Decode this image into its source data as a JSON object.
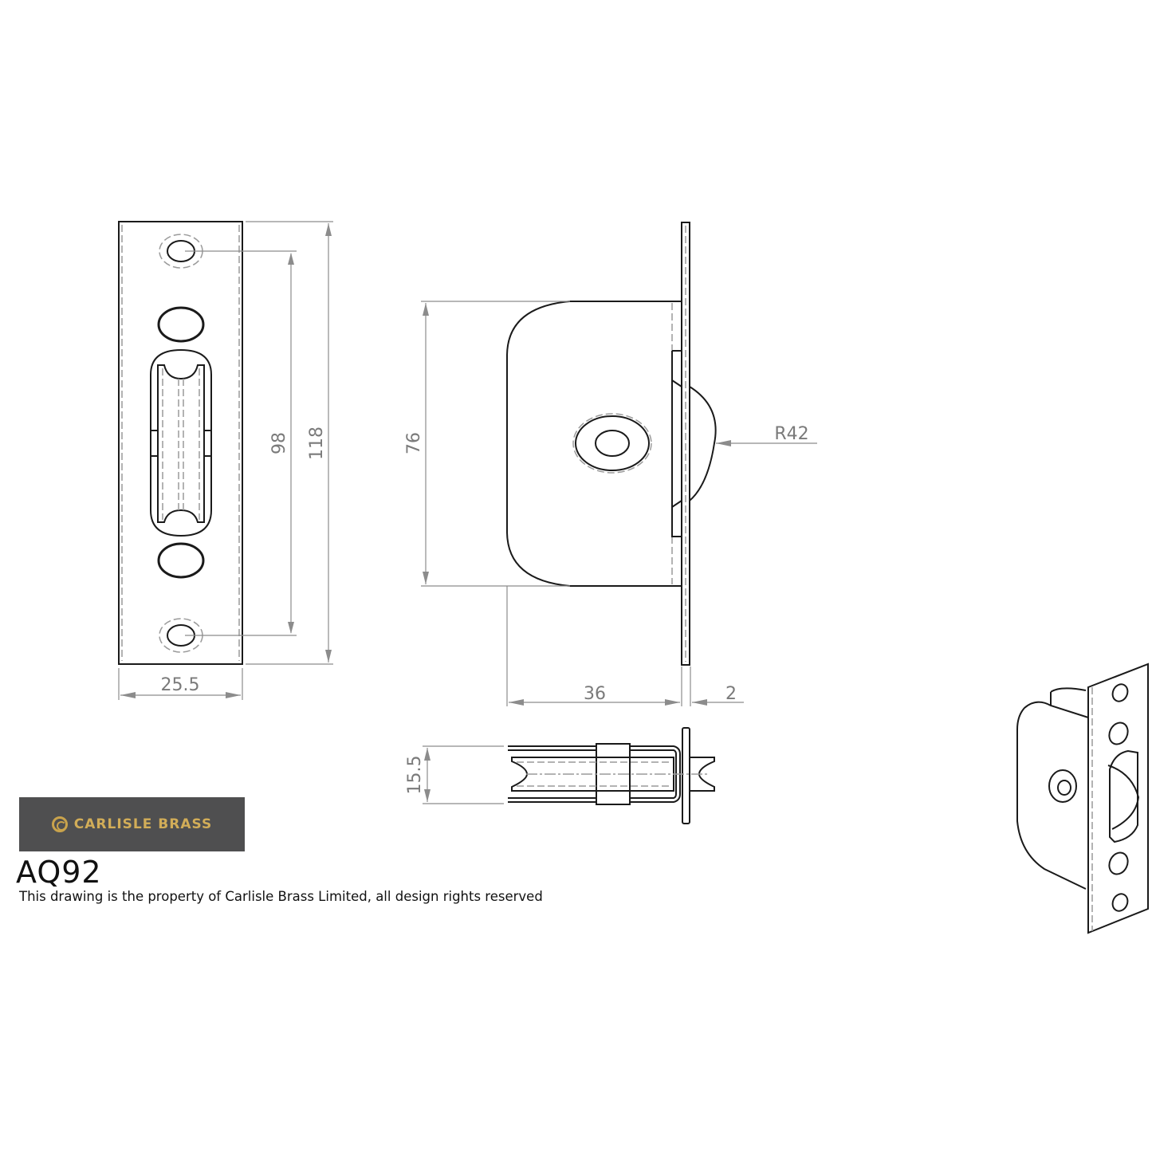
{
  "brand": {
    "logo_text": "CARLISLE BRASS",
    "logo_bg_color": "#4f4f50",
    "logo_text_color": "#d2ad58",
    "logo_icon": "carlisle-c-mark-icon"
  },
  "product": {
    "code": "AQ92",
    "notice": "This drawing is the property of Carlisle Brass Limited, all design rights reserved"
  },
  "views": {
    "front": {
      "name": "front-view",
      "dimensions": {
        "width": "25.5",
        "hole_centres": "98",
        "overall_height": "118"
      }
    },
    "side": {
      "name": "side-view",
      "dimensions": {
        "body_height": "76",
        "body_depth": "36",
        "plate_thickness": "2",
        "wheel_radius": "R42"
      }
    },
    "top": {
      "name": "top-view",
      "dimensions": {
        "body_width": "15.5"
      }
    },
    "isometric": {
      "name": "isometric-view"
    }
  },
  "colors": {
    "object_line": "#1a1a1a",
    "dimension_line": "#8c8c8c",
    "background": "#ffffff"
  }
}
